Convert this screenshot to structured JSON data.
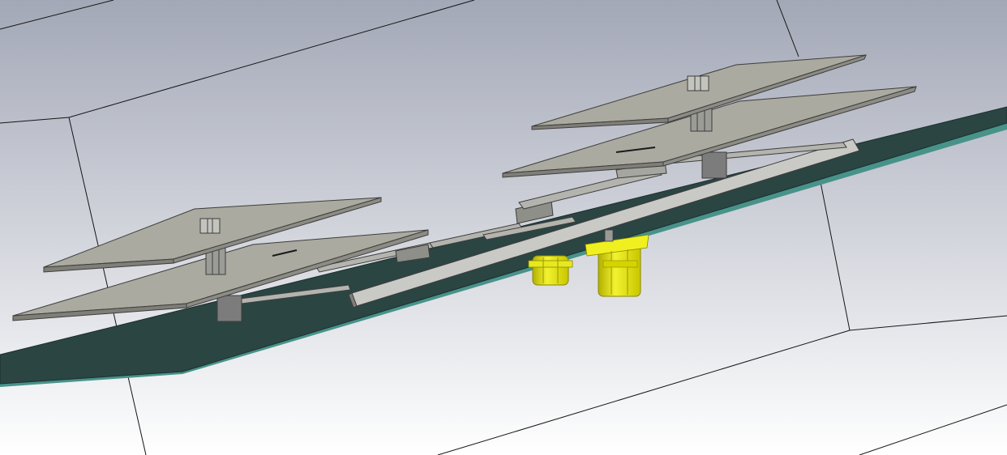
{
  "viewport": {
    "title": "",
    "background_top": "#a3a8b7",
    "background_bottom": "#ffffff"
  },
  "colors": {
    "substrate": "#2b4543",
    "substrate_edge": "#47938a",
    "patch_top": "#aaaaa0",
    "patch_side": "#7f7f78",
    "edge_line": "#3d3d3d",
    "feed_line": "#b9b9b6",
    "connector": "#e6e61a",
    "connector_dark": "#b3b000",
    "bounding_box_line": "#151515"
  },
  "scene": {
    "objects": [
      "substrate",
      "antenna-element-left",
      "antenna-element-right",
      "feed-network",
      "sma-connector-left",
      "sma-connector-right",
      "bounding-box"
    ]
  }
}
